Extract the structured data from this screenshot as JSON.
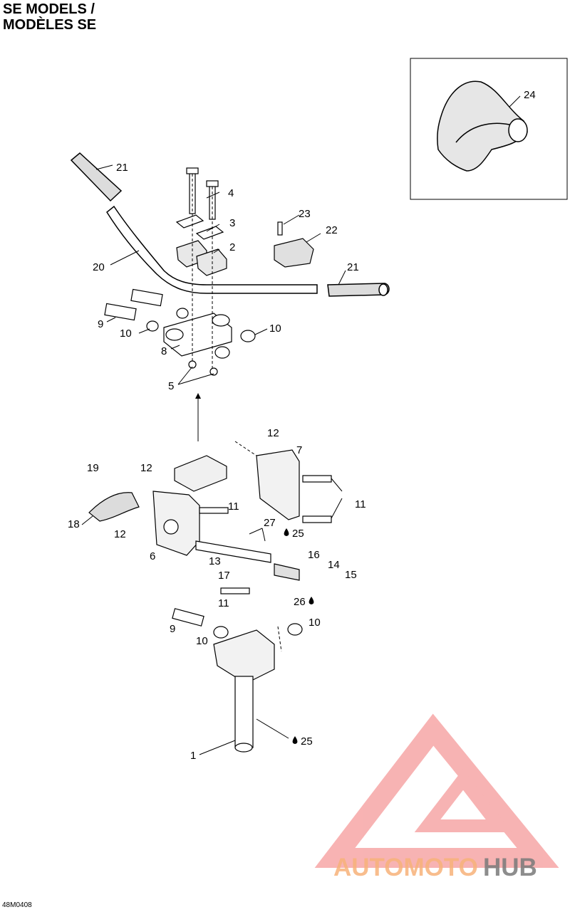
{
  "title": {
    "line1": "SE MODELS /",
    "line2": "MODÈLES SE"
  },
  "diagram_ref": "48M0408",
  "callouts": [
    {
      "id": "c21a",
      "text": "21"
    },
    {
      "id": "c4",
      "text": "4"
    },
    {
      "id": "c3",
      "text": "3"
    },
    {
      "id": "c2",
      "text": "2"
    },
    {
      "id": "c23",
      "text": "23"
    },
    {
      "id": "c22",
      "text": "22"
    },
    {
      "id": "c20",
      "text": "20"
    },
    {
      "id": "c21b",
      "text": "21"
    },
    {
      "id": "c9a",
      "text": "9"
    },
    {
      "id": "c10a",
      "text": "10"
    },
    {
      "id": "c10b",
      "text": "10"
    },
    {
      "id": "c8",
      "text": "8"
    },
    {
      "id": "c5",
      "text": "5"
    },
    {
      "id": "c24",
      "text": "24"
    },
    {
      "id": "c12a",
      "text": "12"
    },
    {
      "id": "c7",
      "text": "7"
    },
    {
      "id": "c19",
      "text": "19"
    },
    {
      "id": "c12b",
      "text": "12"
    },
    {
      "id": "c11a",
      "text": "11"
    },
    {
      "id": "c11b",
      "text": "11"
    },
    {
      "id": "c18",
      "text": "18"
    },
    {
      "id": "c12c",
      "text": "12"
    },
    {
      "id": "c27",
      "text": "27"
    },
    {
      "id": "c25a",
      "text": "25"
    },
    {
      "id": "c6",
      "text": "6"
    },
    {
      "id": "c13",
      "text": "13"
    },
    {
      "id": "c16",
      "text": "16"
    },
    {
      "id": "c14",
      "text": "14"
    },
    {
      "id": "c17",
      "text": "17"
    },
    {
      "id": "c15",
      "text": "15"
    },
    {
      "id": "c26",
      "text": "26"
    },
    {
      "id": "c11c",
      "text": "11"
    },
    {
      "id": "c9b",
      "text": "9"
    },
    {
      "id": "c10c",
      "text": "10"
    },
    {
      "id": "c10d",
      "text": "10"
    },
    {
      "id": "c1",
      "text": "1"
    },
    {
      "id": "c25b",
      "text": "25"
    }
  ],
  "watermark": {
    "part1": "AUTOMOTO",
    "part2": "HUB",
    "color1": "#f7b27a",
    "color2": "#7a7a7a",
    "logo_color": "#f59a9a"
  }
}
